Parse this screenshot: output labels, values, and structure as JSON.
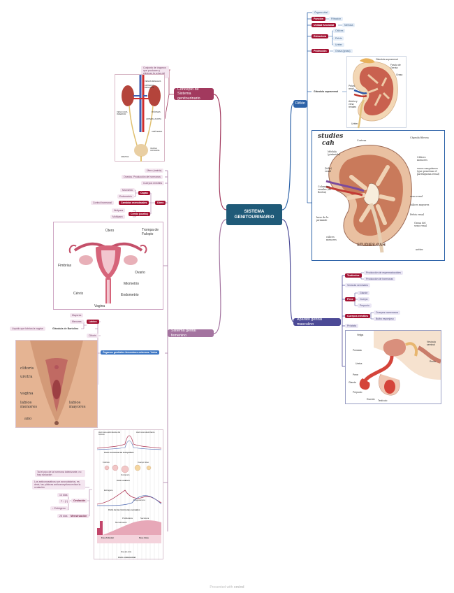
{
  "center": {
    "title_line1": "SISTEMA",
    "title_line2": "GENITOURINARIO"
  },
  "branches": {
    "rinon": "Riñón",
    "aparato_masculino": "Aparato genital masculino",
    "concepto": "Concepto de Sistema genitourinario",
    "femenino": "Sistema gental femenino"
  },
  "rinon": {
    "organo_vital": "Órgano vital",
    "funcion": "Función",
    "filtracion": "Filtración",
    "unidad_funcional": "Unidad funcional",
    "nefrona": "Nefrona",
    "estructura": "Estructura",
    "calices": "Cálices",
    "pelvis": "Pelvis",
    "ureter": "Uréter",
    "proteccion": "Protección",
    "grasa": "Grasa (grasa)",
    "glandula_suprarrenal": "Glándula suprarrenal",
    "fig1": {
      "glandula": "Glándula suprarrenal",
      "fascia": "Fascia de Gerota",
      "grasa": "Grasa",
      "pelvis": "Pelvis renal",
      "arteria": "Arteria y vena renales",
      "ureter": "Uréter"
    },
    "fig2": {
      "studies1": "studies",
      "studies2": "cah",
      "corteza": "Corteza",
      "capsula": "Cápsula fibrosa",
      "medula": "Médula (pirámide)",
      "calices_menores": "Cálices menores",
      "hilio": "(hilio) renal",
      "vasos": "vasos sanguíneos (que penetran el parénquima renal)",
      "columnas": "Columnas renales (de Bertin)",
      "seno": "seno renal",
      "calices_mayores": "cálices mayores",
      "pelvis": "Pelvis renal",
      "base": "base de la pirámide",
      "grasa": "Grasa del seno renal",
      "calices_m": "cálices menores",
      "brand": "STUDIES.CAH",
      "ureter": "uréter"
    }
  },
  "masculino": {
    "testiculos": "Testículos",
    "prod_esperma": "Producción de espermatozoides",
    "prod_hormonas": "Producción de hormonas",
    "vesiculas": "Vesícula seminales",
    "pene": "Pene",
    "glande": "Glande",
    "cuerpo": "Cuerpo",
    "prepucio": "Prepucio",
    "cuerpos_erectiles": "Cuerpos eréctiles",
    "cuerpos_cavernosos": "Cuerpos cavernosos",
    "bulbo": "Bulbo esponjoso",
    "prostata": "Próstata",
    "fig": {
      "vejiga": "Vejiga",
      "vesicula": "Vesícula seminal",
      "prostata": "Próstata",
      "recto": "Recto",
      "uretra": "Uretra",
      "pene": "Pene",
      "glande": "Glande",
      "prepucio": "Prepucio",
      "escroto": "Escroto",
      "testiculo": "Testículo"
    }
  },
  "concepto": {
    "desc": "Conjunto de órganos que producen y eliminan la orina del cuerpo",
    "fig": {
      "renales1": "VENAS RENALES",
      "renales2": "ARTERIAS RENALES",
      "vena_cava": "VENA CAVA INFERIOR",
      "arteria_aorta": "ARTERIA AORTA",
      "urinaria": "VEJIGA URINARIA",
      "ureteres": "URÉTERES",
      "uretra": "URETRA",
      "rinones": "RIÑONES"
    }
  },
  "femenino": {
    "utero_matriz": "Útero (matriz)",
    "ovarios": "Ovarios. Producción de hormonas",
    "cuerpos_ereciles": "Cuerpos eréctiles",
    "utero": "Útero",
    "capas": "Capas",
    "miometrio": "Miometrio",
    "endometrio": "Endometrio",
    "cambios": "Cambios menstruales",
    "control": "Control hormonal",
    "cervix": "Cervix (cuello)",
    "nuliparas": "Nulípara",
    "multiparas": "Multípara",
    "fig_utero": {
      "utero": "Útero",
      "trompa": "Trompa de Falopio",
      "fimbrias": "Fimbrias",
      "ovario": "Ovario",
      "miometrio": "Miometrio",
      "cervix": "Cérvix",
      "endometrio": "Endometrio",
      "vagina": "Vagina"
    },
    "labios": "Labios",
    "mayores": "Mayores",
    "menores": "Menores",
    "lubrica": "Líquido que lubrica la vagina",
    "bartolini": "Glándula de Bartolino",
    "clitoris": "Clítoris",
    "vulva": "Órganos genitales femeninos externos: Vulva",
    "fig_vulva": {
      "clitoris": "clitoris",
      "uretra": "uretra",
      "vagina": "vagina",
      "labios_menores": "labios menores",
      "labios_mayores": "labios mayores",
      "ano": "ano"
    },
    "ovulacion_note": "Tal el pico de la hormona luteinizante, no hay ovulación",
    "anticonceptivos": "Los anticonceptivos son anovulatorios, es decir, las píldoras anticonceptivas evitan la ovulación",
    "dias14": "14 días",
    "temp": "T ↑ (+)",
    "estrogenos": "↓ Estrógeno",
    "ovulacion": "Ovulación",
    "dias28": "28 días",
    "menstruacion": "Menstruación",
    "ciclo": {
      "hipofisis": "Ciclo hormonal de la hipófisis",
      "ovarico": "Ciclo ovárico",
      "hormonas_sexuales": "Ciclo de las hormonas sexuales",
      "endometrial": "Ciclo endometrial",
      "dia": "Día del ciclo",
      "fase_folicular": "Fase folicular",
      "fase_lutea": "Fase lútea",
      "menstruacion": "Menstruación",
      "ovulacion": "Ovulación",
      "estrogeno": "Estrógeno",
      "progesterona": "Progesterona",
      "hormona_foliculo": "Hormona estimulante del folículo",
      "hormona_lutein": "Hormona luteinizante",
      "foliculo": "Folículo",
      "cuerpo_luteo": "Cuerpo lúteo",
      "proliferativa": "Proliferativa",
      "secretora": "Secretora"
    }
  },
  "footer": {
    "presented": "Presented with",
    "brand": "xmind"
  },
  "colors": {
    "central": "#1f5a78",
    "blue": "#2c62a8",
    "purple": "#4c4a96",
    "magenta": "#a2395e",
    "red": "#a31232",
    "female_line": "#a474a0"
  }
}
